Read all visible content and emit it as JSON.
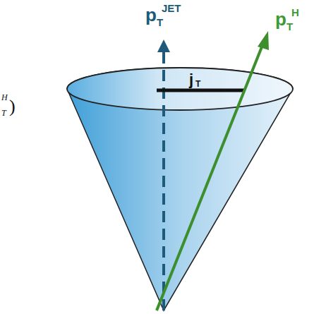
{
  "diagram": {
    "labels": [
      "p",
      "T",
      "JET",
      "p",
      "T",
      "H",
      "j",
      "T",
      "H",
      "T",
      ")"
    ]
  }
}
